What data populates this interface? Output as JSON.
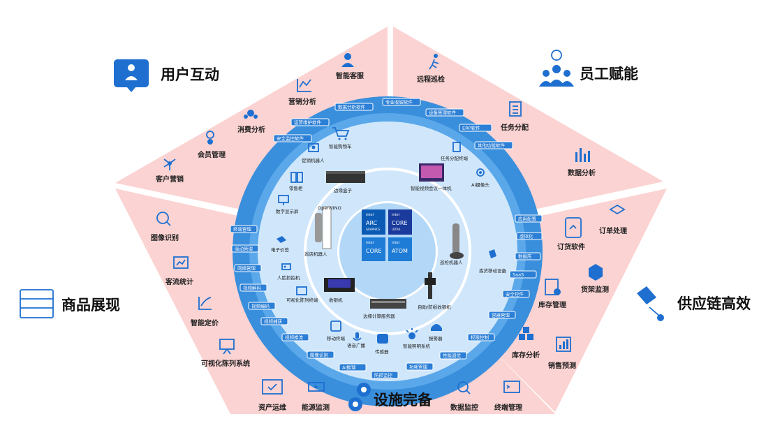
{
  "categories": {
    "user": "用户互动",
    "staff": "员工赋能",
    "product": "商品展现",
    "supply": "供应链高效",
    "facility": "设施完备"
  },
  "outer_items": {
    "smart_service": "智能客服",
    "marketing_analysis": "营销分析",
    "consumer_analysis": "消费分析",
    "member_mgmt": "会员管理",
    "customer_marketing": "客户营销",
    "remote_patrol": "远程巡检",
    "task_assign": "任务分配",
    "data_analysis": "数据分析",
    "order_process": "订单处理",
    "order_software": "订货软件",
    "shelf_monitor": "货架监测",
    "inventory_mgmt": "库存管理",
    "inventory_analysis": "库存分析",
    "sales_forecast": "销售预测",
    "image_recog": "图像识别",
    "traffic_stats": "客流统计",
    "smart_pricing": "智能定价",
    "visual_display": "可视化陈列系统",
    "asset_ops": "资产运维",
    "energy_monitor": "能源监测",
    "data_monitor": "数据监控",
    "terminal_mgmt": "终端管理"
  },
  "ring_tags": [
    "数据分析软件",
    "专业收银软件",
    "设备管理软件",
    "运营维护软件",
    "安全监控软件",
    "ERP软件",
    "其他功能软件",
    "终端管理",
    "驱动管理",
    "网络管理",
    "视频解码",
    "视频编码",
    "视频捕获",
    "视频推流",
    "图像识别",
    "AI推理",
    "防损监控",
    "功耗管理",
    "性能调优",
    "权限控制",
    "容器管理",
    "安全控件",
    "SaaS",
    "数据库",
    "虚拟化",
    "应用配置"
  ],
  "devices": {
    "smart_cart": "智能购物车",
    "promo_robot": "促销机器人",
    "self_kiosk": "零售柜",
    "digital_sign": "数字显示屏",
    "e_price": "电子价签",
    "face_cam": "人脸抓拍机",
    "visual_screen": "可视化陈列终端",
    "mobile_term": "移动终端",
    "voice_bc": "语音广播",
    "sensor": "传感器",
    "smart_light": "智能照明系统",
    "alarm": "报警器",
    "pos_handheld": "拣货移动设备",
    "ai_cam": "AI摄像头",
    "task_term": "任务分配终端",
    "edge_box": "边缘盒子",
    "video_conf": "智能视频会议一体机",
    "patrol_robot_l": "巡店机器人",
    "patrol_robot_r": "巡检机器人",
    "cashier": "收银机",
    "edge_server": "边缘计算服务器",
    "self_checkout": "自助/防损收银机",
    "openvino": "OpenVINO"
  },
  "chips": {
    "intel": "intel",
    "arc": "ARC",
    "graphics": "GRAPHICS",
    "core": "CORE",
    "ultra": "ULTRA",
    "atom": "ATOM"
  },
  "colors": {
    "pink": "#fbd3d2",
    "ring_outer": "#3a8fdc",
    "ring_mid": "#5aa8ea",
    "ring_inner": "#a7d2f6",
    "core": "#d8ecfc",
    "accent": "#1e6fd0"
  }
}
